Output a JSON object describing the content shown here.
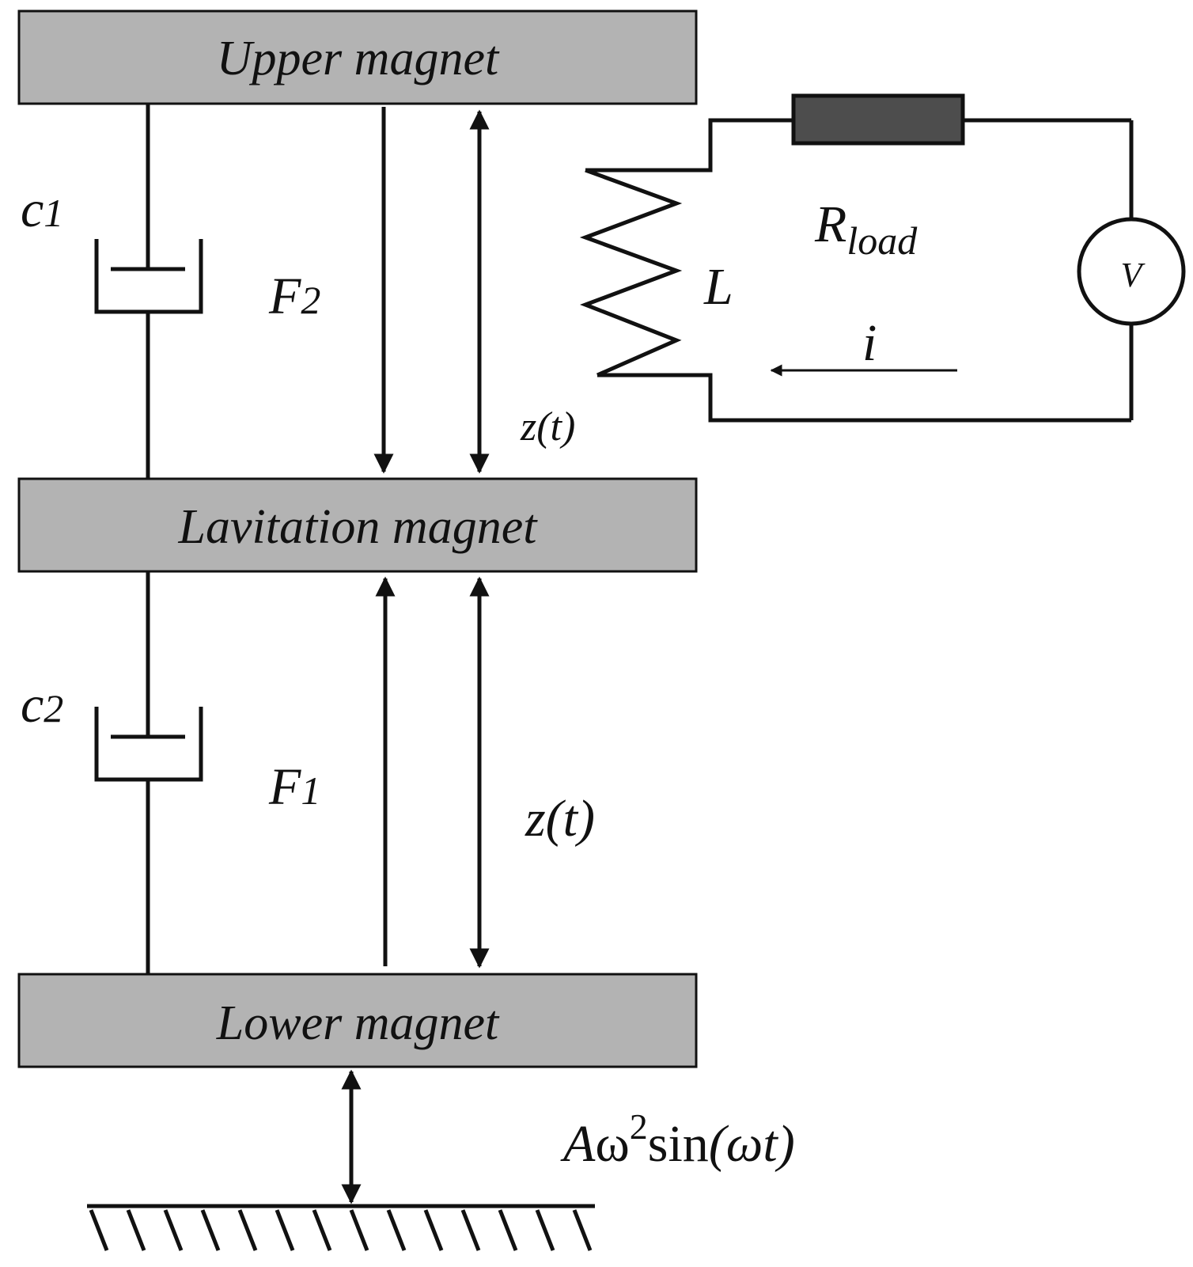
{
  "magnets": {
    "upper": "Upper magnet",
    "levitation": "Lavitation magnet",
    "lower": "Lower magnet"
  },
  "dampers": {
    "c1": {
      "main": "c",
      "sub": "1"
    },
    "c2": {
      "main": "c",
      "sub": "2"
    }
  },
  "forces": {
    "f2": {
      "main": "F",
      "sub": "2"
    },
    "f1": {
      "main": "F",
      "sub": "1"
    }
  },
  "displacement": {
    "upper": "z(t)",
    "lower": "z(t)"
  },
  "circuit": {
    "inductor": "L",
    "resistor": {
      "main": "R",
      "sub": "load"
    },
    "voltmeter": "V",
    "current": "i"
  },
  "excitation": {
    "amplitude": "A",
    "omega": "ω",
    "power": "2",
    "func": "sin",
    "arg": "(ωt)"
  },
  "colors": {
    "magnet_fill": "#b3b3b3",
    "resistor_fill": "#4d4d4d",
    "line": "#111111"
  }
}
